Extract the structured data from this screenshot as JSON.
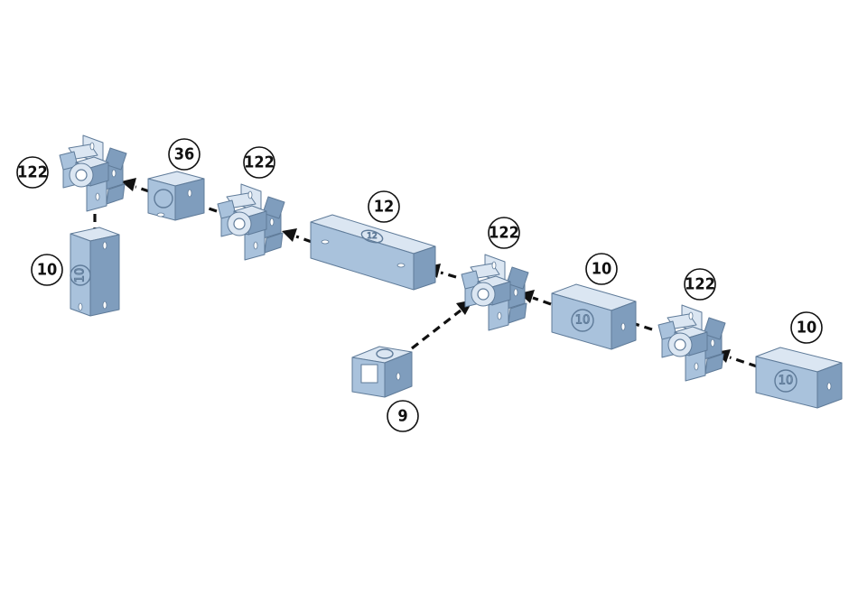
{
  "parts": [
    {
      "id": "conn-a",
      "kind": "connector",
      "label": "122"
    },
    {
      "id": "cube-36",
      "kind": "cube",
      "label": "36"
    },
    {
      "id": "conn-b",
      "kind": "connector",
      "label": "122"
    },
    {
      "id": "tube-12",
      "kind": "tube",
      "label": "12",
      "emboss": "12"
    },
    {
      "id": "conn-c",
      "kind": "connector",
      "label": "122"
    },
    {
      "id": "tube-10-mid",
      "kind": "tube",
      "label": "10",
      "emboss": "10"
    },
    {
      "id": "conn-d",
      "kind": "connector",
      "label": "122"
    },
    {
      "id": "tube-10-right",
      "kind": "tube",
      "label": "10",
      "emboss": "10"
    },
    {
      "id": "cube-9",
      "kind": "cube",
      "label": "9"
    },
    {
      "id": "tube-10-vert",
      "kind": "tube",
      "label": "10",
      "emboss": "10"
    }
  ]
}
